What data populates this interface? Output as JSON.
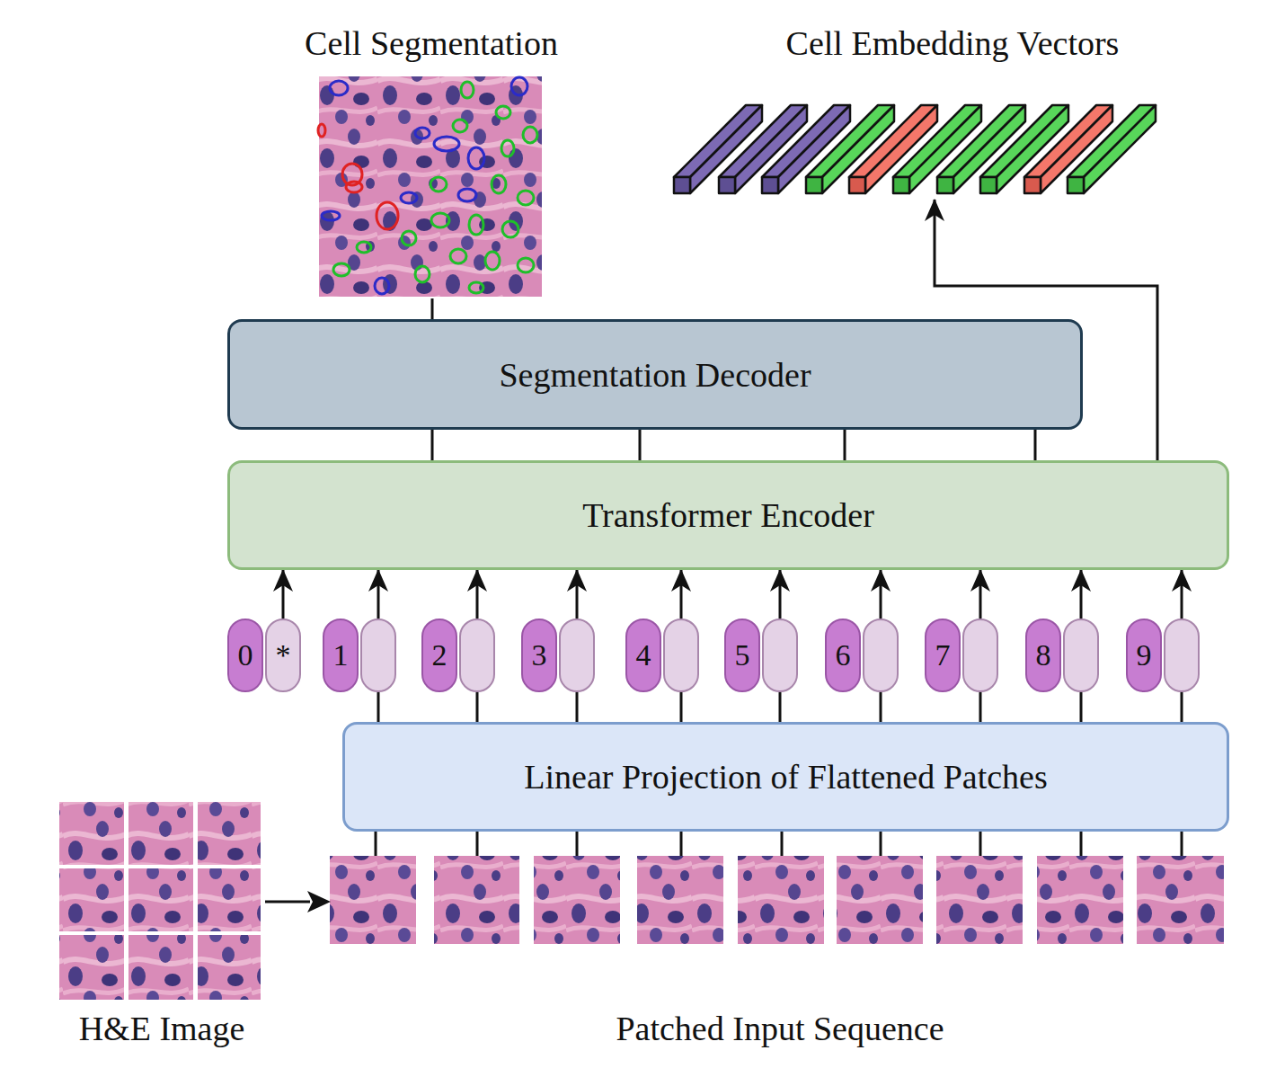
{
  "diagram": {
    "nodes": [
      {
        "text": [
          "Cell Segmentation"
        ]
      },
      {
        "text": [
          "Cell Embedding Vectors"
        ]
      },
      {
        "text": [
          "Segmentation Decoder"
        ]
      },
      {
        "text": [
          "Transformer Encoder"
        ]
      },
      {
        "text": [
          "0",
          "*"
        ]
      },
      {
        "text": [
          "1"
        ]
      },
      {
        "text": [
          "2"
        ]
      },
      {
        "text": [
          "3"
        ]
      },
      {
        "text": [
          "4"
        ]
      },
      {
        "text": [
          "5"
        ]
      },
      {
        "text": [
          "6"
        ]
      },
      {
        "text": [
          "7"
        ]
      },
      {
        "text": [
          "8"
        ]
      },
      {
        "text": [
          "9"
        ]
      },
      {
        "text": [
          "Linear Projection of Flattened Patches"
        ]
      }
    ],
    "edges": [
      {
        "from": 3,
        "to": 2,
        "arrow": "none"
      },
      {
        "from": 3,
        "to": 2,
        "arrow": "none"
      },
      {
        "from": 3,
        "to": 2,
        "arrow": "none"
      },
      {
        "from": 3,
        "to": 2,
        "arrow": "none"
      },
      {
        "from": 2,
        "to": 0,
        "arrow": "none"
      },
      {
        "from": 3,
        "to": 1,
        "arrow": "to"
      },
      {
        "from": 4,
        "to": 3,
        "arrow": "to"
      },
      {
        "from": 5,
        "to": 3,
        "arrow": "to"
      },
      {
        "from": 6,
        "to": 3,
        "arrow": "to"
      },
      {
        "from": 7,
        "to": 3,
        "arrow": "to"
      },
      {
        "from": 8,
        "to": 3,
        "arrow": "to"
      },
      {
        "from": 9,
        "to": 3,
        "arrow": "to"
      },
      {
        "from": 10,
        "to": 3,
        "arrow": "to"
      },
      {
        "from": 11,
        "to": 3,
        "arrow": "to"
      },
      {
        "from": 12,
        "to": 3,
        "arrow": "to"
      },
      {
        "from": 13,
        "to": 3,
        "arrow": "to"
      },
      {
        "from": 14,
        "to": 5,
        "arrow": "none"
      },
      {
        "from": 14,
        "to": 6,
        "arrow": "none"
      },
      {
        "from": 14,
        "to": 7,
        "arrow": "none"
      },
      {
        "from": 14,
        "to": 8,
        "arrow": "none"
      },
      {
        "from": 14,
        "to": 9,
        "arrow": "none"
      },
      {
        "from": 14,
        "to": 10,
        "arrow": "none"
      },
      {
        "from": 14,
        "to": 11,
        "arrow": "none"
      },
      {
        "from": 14,
        "to": 12,
        "arrow": "none"
      },
      {
        "from": 14,
        "to": 13,
        "arrow": "none"
      }
    ],
    "labels": [
      "H&E Image",
      "Patched Input Sequence"
    ]
  }
}
